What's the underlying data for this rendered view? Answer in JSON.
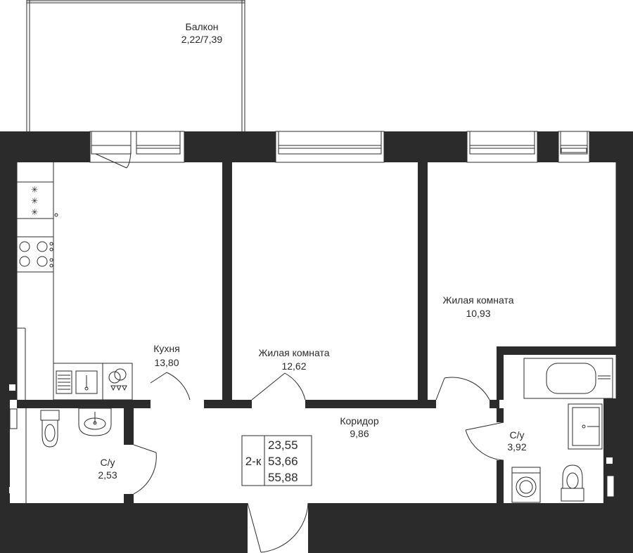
{
  "balcony": {
    "name": "Балкон",
    "area": "2,22/7,39"
  },
  "kitchen": {
    "name": "Кухня",
    "area": "13,80"
  },
  "living_room_1": {
    "name": "Жилая комната",
    "area": "12,62"
  },
  "living_room_2": {
    "name": "Жилая комната",
    "area": "10,93"
  },
  "corridor": {
    "name": "Коридор",
    "area": "9,86"
  },
  "bathroom_1": {
    "name": "С/у",
    "area": "2,53"
  },
  "bathroom_2": {
    "name": "С/у",
    "area": "3,92"
  },
  "summary": {
    "type": "2-к",
    "living_area": "23,55",
    "total_area": "53,66",
    "total_with_balcony": "55,88"
  },
  "colors": {
    "wall": "#2b2b2b",
    "line": "#2b2b2b",
    "background": "#ffffff"
  },
  "icons": [
    "stove-icon",
    "sink-icon",
    "dishwasher-icon",
    "toilet-icon",
    "bathtub-icon",
    "washing-machine-icon",
    "door-swing-icon",
    "window-icon",
    "radiator-icon"
  ]
}
